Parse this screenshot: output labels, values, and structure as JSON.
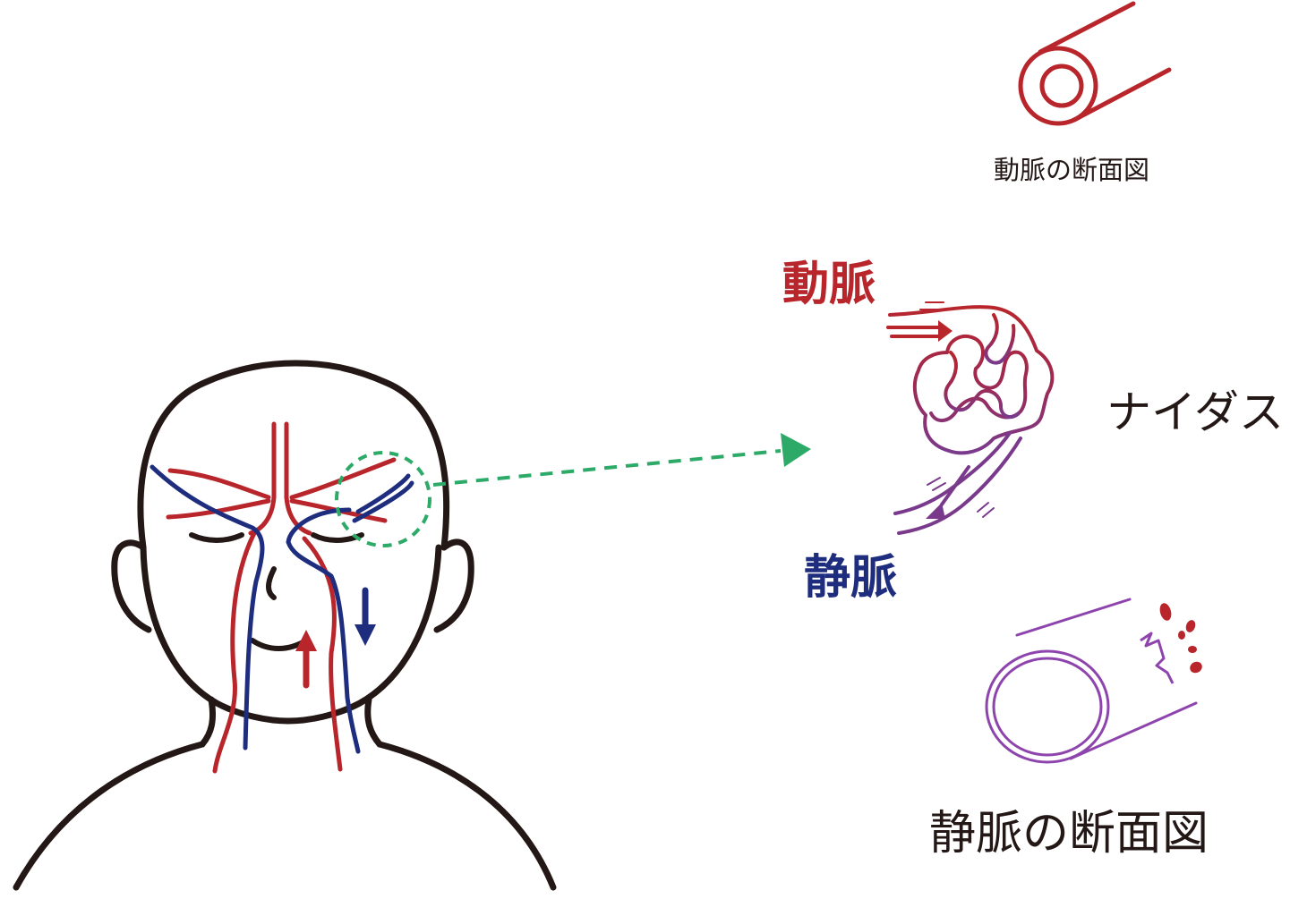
{
  "labels": {
    "artery_cross_section": "動脈の断面図",
    "artery": "動脈",
    "nidus": "ナイダス",
    "vein": "静脈",
    "vein_cross_section": "静脈の断面図"
  },
  "colors": {
    "outline": "#231815",
    "artery": "#b8262c",
    "vein": "#1e2d7d",
    "nidus_transition": "#7a3a8c",
    "vein_section": "#8e44ad",
    "leader": "#2eaa68"
  }
}
